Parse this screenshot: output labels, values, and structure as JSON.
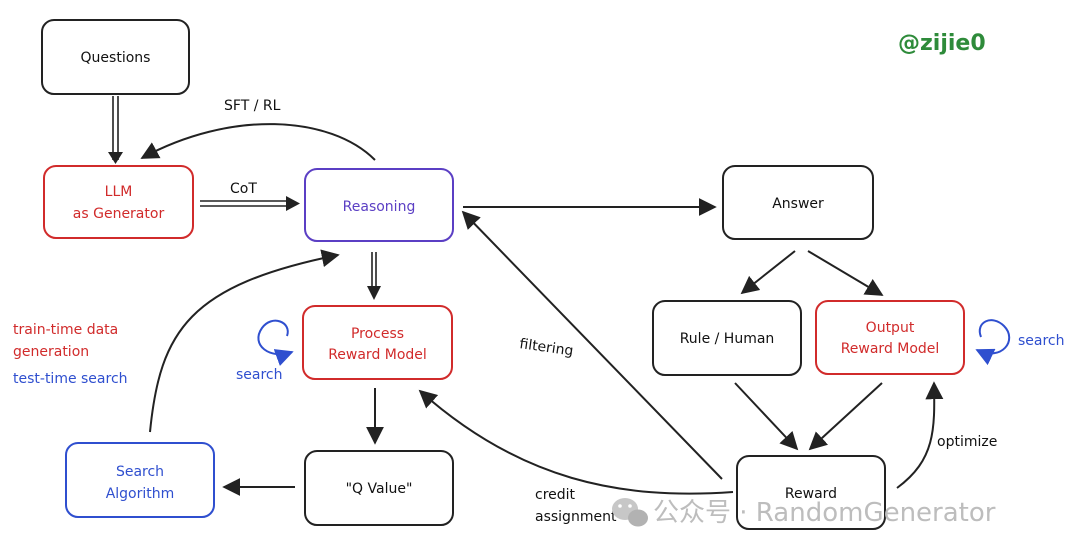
{
  "author_tag": "@zijie0",
  "nodes": {
    "questions": "Questions",
    "llm_line1": "LLM",
    "llm_line2": "as Generator",
    "reasoning": "Reasoning",
    "answer": "Answer",
    "prm_line1": "Process",
    "prm_line2": "Reward Model",
    "rule_human": "Rule / Human",
    "orm_line1": "Output",
    "orm_line2": "Reward Model",
    "search_line1": "Search",
    "search_line2": "Algorithm",
    "q_value": "\"Q Value\"",
    "reward": "Reward"
  },
  "edge_labels": {
    "sft_rl": "SFT / RL",
    "cot": "CoT",
    "filtering": "filtering",
    "optimize": "optimize",
    "credit": "credit",
    "assignment": "assignment",
    "search_left": "search",
    "search_right": "search"
  },
  "legend": {
    "train_line1": "train-time data",
    "train_line2": "generation",
    "test": "test-time search"
  },
  "watermark": "公众号 · RandomGenerator",
  "colors": {
    "red": "#d12b2b",
    "blue": "#2f4fcf",
    "purple": "#5b3fc4",
    "green": "#2e8b3a",
    "ink": "#222222",
    "watermark": "#bdbdbd"
  }
}
